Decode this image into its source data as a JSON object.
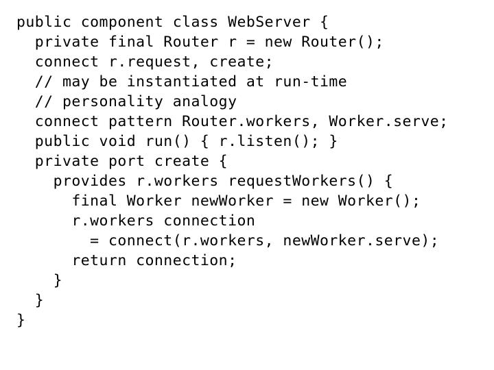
{
  "slide": {
    "background_color": "#ffffff",
    "text_color": "#000000",
    "kind": "code-listing-slide"
  },
  "code": {
    "language": "component-java",
    "lines": [
      "public component class WebServer {",
      "  private final Router r = new Router();",
      "  connect r.request, create;",
      "  // may be instantiated at run-time",
      "  // personality analogy",
      "  connect pattern Router.workers, Worker.serve;",
      "  public void run() { r.listen(); }",
      "  private port create {",
      "    provides r.workers requestWorkers() {",
      "      final Worker newWorker = new Worker();",
      "      r.workers connection",
      "        = connect(r.workers, newWorker.serve);",
      "      return connection;",
      "    }",
      "  }",
      "}"
    ]
  }
}
